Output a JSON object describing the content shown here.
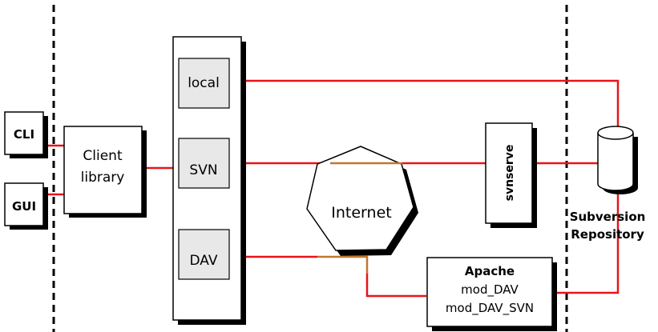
{
  "clients": {
    "cli": "CLI",
    "gui": "GUI"
  },
  "client_library": {
    "line1": "Client",
    "line2": "library"
  },
  "ra_layer": {
    "local": "local",
    "svn": "SVN",
    "dav": "DAV"
  },
  "internet": "Internet",
  "svnserve": "svnserve",
  "apache": {
    "title": "Apache",
    "module1": "mod_DAV",
    "module2": "mod_DAV_SVN"
  },
  "repository": {
    "line1": "Subversion",
    "line2": "Repository"
  },
  "colors": {
    "connection": "#e8131b",
    "internet_segment": "#c0782a",
    "panel": "#e8e8e8",
    "shadow": "#000000"
  }
}
